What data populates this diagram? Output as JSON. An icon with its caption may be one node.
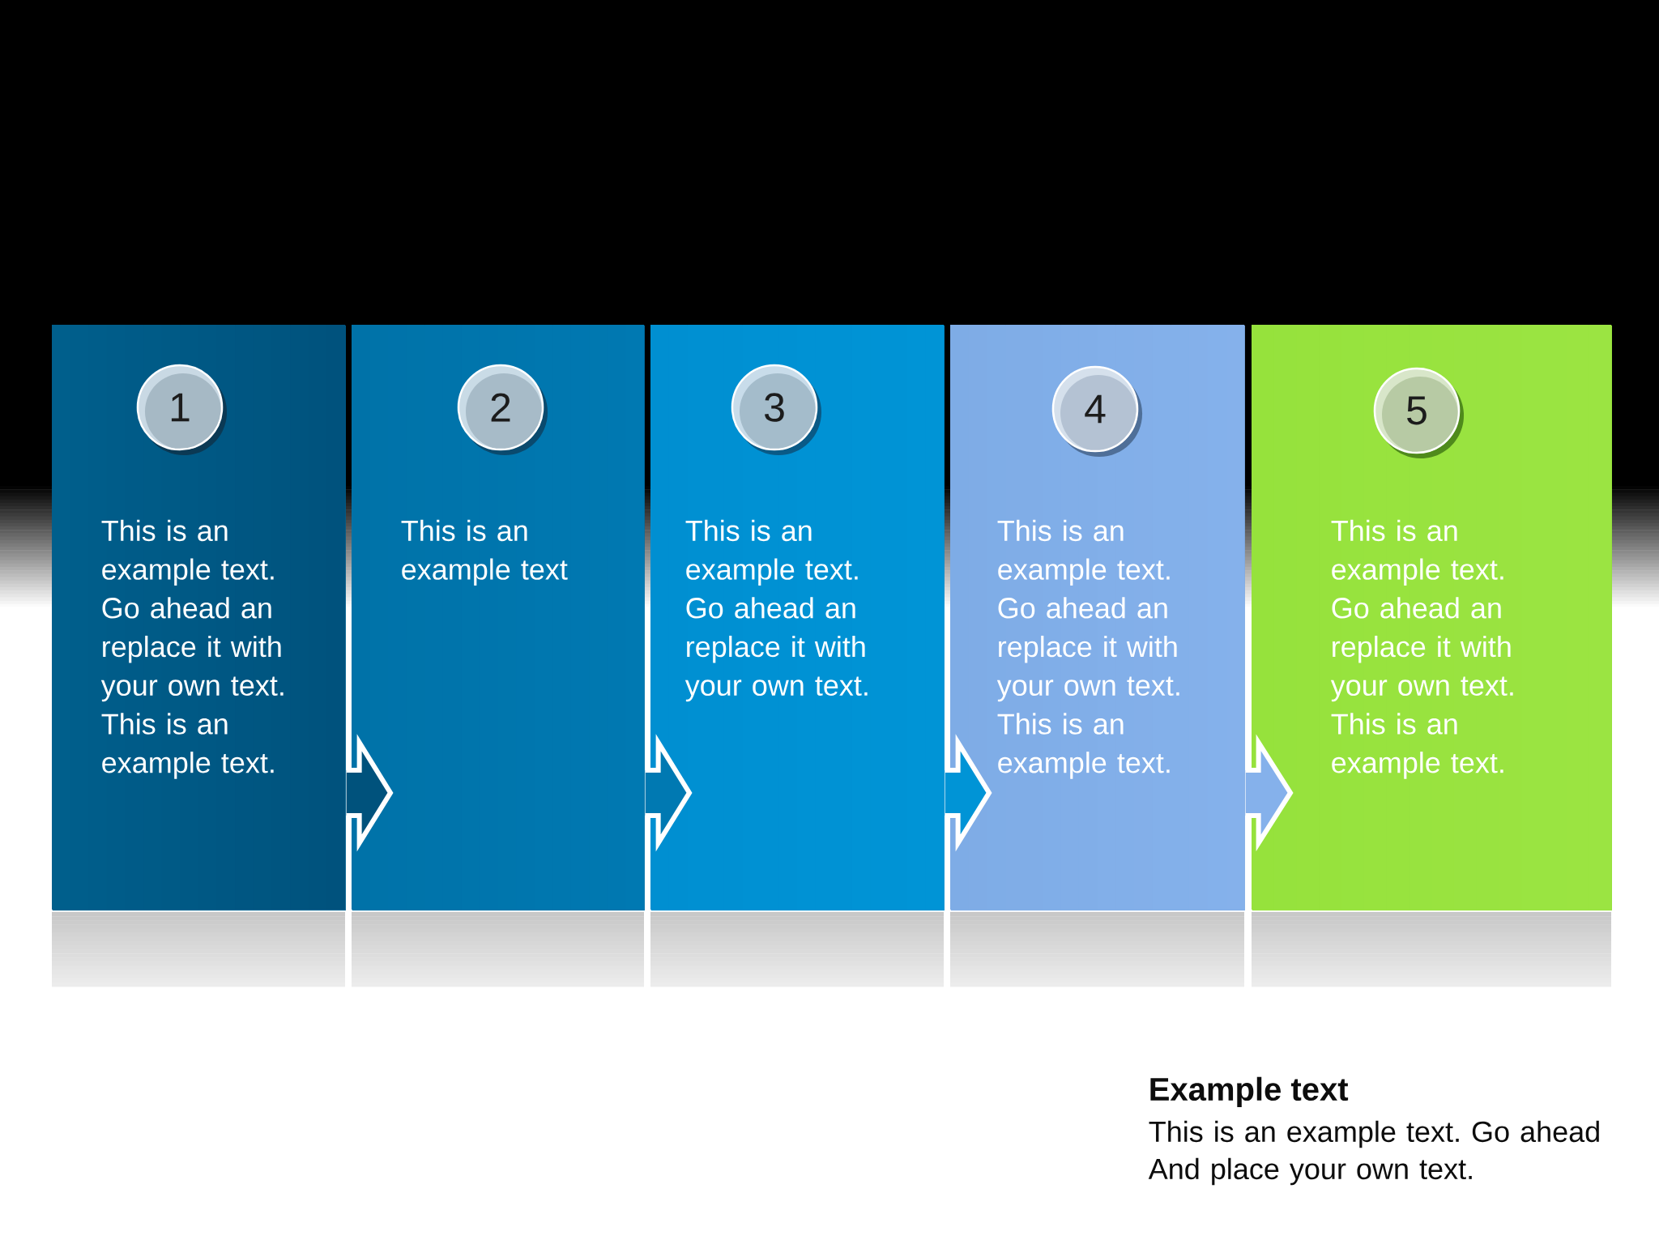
{
  "diagram": {
    "nodes": [
      {
        "text": [
          "This is an example text. Go ahead an replace it with your own text. This is an example text."
        ]
      },
      {
        "text": [
          "1"
        ],
        "in": 0
      },
      {
        "text": [
          "This is an example text"
        ]
      },
      {
        "text": [
          "2"
        ],
        "in": 2
      },
      {
        "text": [
          "This is an example text. Go ahead an replace it with your own text."
        ]
      },
      {
        "text": [
          "3"
        ],
        "in": 4
      },
      {
        "text": [
          "This is an example text. Go ahead an replace it with your own text. This is an example text."
        ]
      },
      {
        "text": [
          "4"
        ],
        "in": 6
      },
      {
        "text": [
          "This is an example text. Go ahead an replace it with your own text. This is an example text."
        ]
      },
      {
        "text": [
          "5"
        ],
        "in": 8
      }
    ],
    "edges": [
      {
        "from": 0,
        "to": 2,
        "arrow": "to"
      },
      {
        "from": 2,
        "to": 4,
        "arrow": "to"
      },
      {
        "from": 4,
        "to": 6,
        "arrow": "to"
      },
      {
        "from": 6,
        "to": 8,
        "arrow": "to"
      }
    ],
    "labels": [
      "Example text",
      "This is an example text. Go ahead And place your own text."
    ]
  }
}
